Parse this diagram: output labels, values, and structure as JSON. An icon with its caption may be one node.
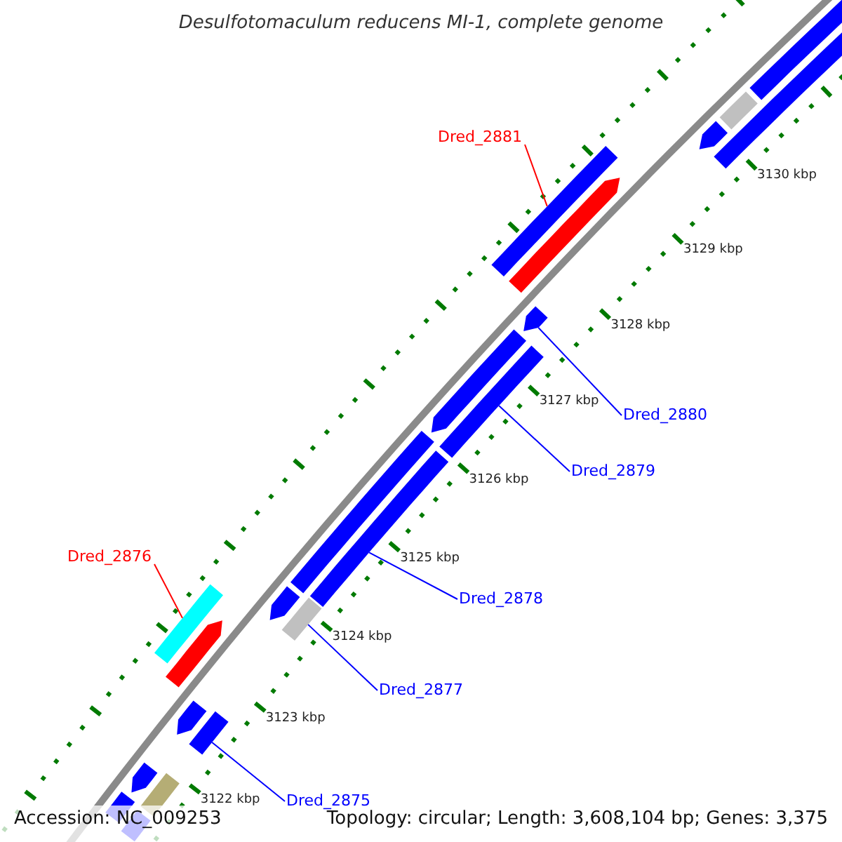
{
  "diagram": {
    "title": "Desulfotomaculum reducens MI-1, complete genome",
    "nodes": [
      {
        "text": [
          "Dred_2881"
        ]
      },
      {
        "text": [],
        "shape": "bar"
      },
      {
        "text": [
          "Dred_2880"
        ]
      },
      {
        "text": [],
        "shape": "bar"
      },
      {
        "text": [
          "Dred_2879"
        ]
      },
      {
        "text": [],
        "shape": "bar"
      },
      {
        "text": [
          "Dred_2876"
        ]
      },
      {
        "text": [],
        "shape": "bar"
      },
      {
        "text": [
          "Dred_2878"
        ]
      },
      {
        "text": [],
        "shape": "bar"
      },
      {
        "text": [
          "Dred_2877"
        ]
      },
      {
        "text": [],
        "shape": "bar"
      },
      {
        "text": [
          "Dred_2875"
        ]
      },
      {
        "text": [],
        "shape": "bar"
      },
      {
        "text": [],
        "shape": "bar"
      },
      {
        "text": [],
        "shape": "bar"
      },
      {
        "text": [],
        "shape": "bar"
      },
      {
        "text": [],
        "shape": "bar"
      },
      {
        "text": [],
        "shape": "bar"
      },
      {
        "text": [],
        "shape": "bar"
      },
      {
        "text": [],
        "shape": "bar"
      },
      {
        "text": [],
        "shape": "bar"
      },
      {
        "text": [],
        "shape": "bar"
      },
      {
        "text": [],
        "shape": "bar"
      },
      {
        "text": [],
        "shape": "bar"
      },
      {
        "text": [],
        "shape": "bar"
      },
      {
        "text": [],
        "shape": "bar"
      },
      {
        "text": [],
        "shape": "bar"
      }
    ],
    "edges": [
      {
        "from": 0,
        "to": 1,
        "arrow": "none",
        "color": "#ff0000"
      },
      {
        "from": 2,
        "to": 3,
        "arrow": "none"
      },
      {
        "from": 4,
        "to": 5,
        "arrow": "none"
      },
      {
        "from": 6,
        "to": 7,
        "arrow": "none",
        "color": "#ff0000"
      },
      {
        "from": 8,
        "to": 9,
        "arrow": "none"
      },
      {
        "from": 10,
        "to": 11,
        "arrow": "none"
      },
      {
        "from": 12,
        "to": 13,
        "arrow": "none"
      }
    ],
    "labels": [
      "3130 kbp",
      "3129 kbp",
      "3128 kbp",
      "3127 kbp",
      "3126 kbp",
      "3125 kbp",
      "3124 kbp",
      "3123 kbp",
      "3122 kbp",
      "Accession: NC_009253",
      "Topology: circular; Length: 3,608,104 bp; Genes: 3,375"
    ]
  }
}
